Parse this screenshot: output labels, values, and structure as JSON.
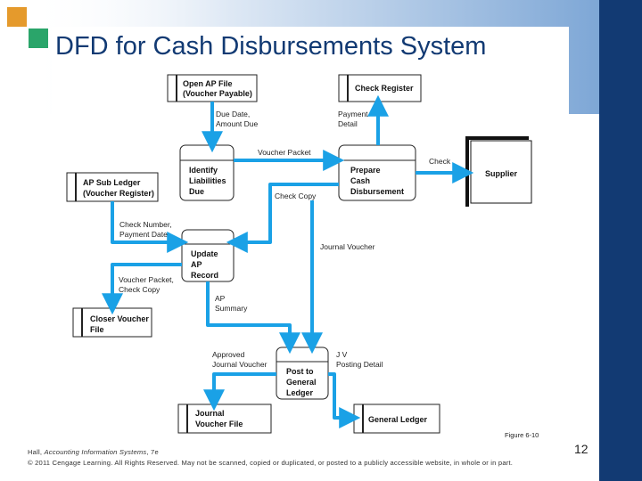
{
  "title": "DFD for Cash Disbursements System",
  "colors": {
    "flow": "#1aa1e6",
    "title": "#123a73",
    "right_bar": "#123a73",
    "header_gradient": "#7ea7d6",
    "sq_orange": "#e59a2c",
    "sq_green": "#2aa56a"
  },
  "data_stores": {
    "open_ap": [
      "Open AP File",
      "(Voucher Payable)"
    ],
    "check_register": "Check Register",
    "ap_sub_ledger": [
      "AP Sub Ledger",
      "(Voucher Register)"
    ],
    "closer_voucher": [
      "Closer Voucher",
      "File"
    ],
    "journal_voucher": [
      "Journal",
      "Voucher File"
    ],
    "general_ledger": "General Ledger"
  },
  "processes": {
    "identify": [
      "Identify",
      "Liabilities",
      "Due"
    ],
    "prepare": [
      "Prepare",
      "Cash",
      "Disbursement"
    ],
    "update_ap": [
      "Update",
      "AP",
      "Record"
    ],
    "post_gl": [
      "Post to",
      "General",
      "Ledger"
    ]
  },
  "external_entity": "Supplier",
  "flows": {
    "due_date": [
      "Due Date,",
      "Amount Due"
    ],
    "payment_detail": [
      "Payment",
      "Detail"
    ],
    "voucher_packet": "Voucher Packet",
    "check": "Check",
    "check_copy": "Check Copy",
    "check_number": [
      "Check Number,",
      "Payment Date"
    ],
    "journal_voucher": "Journal Voucher",
    "voucher_packet_check_copy": [
      "Voucher Packet,",
      "Check Copy"
    ],
    "ap_summary": [
      "AP",
      "Summary"
    ],
    "approved_jv": [
      "Approved",
      "Journal Voucher"
    ],
    "jv_posting": [
      "J V",
      "Posting Detail"
    ]
  },
  "figure_caption": "Figure 6-10",
  "footer": {
    "line1_prefix": "Hall, ",
    "line1_italic": "Accounting Information Systems",
    "line1_suffix": ", 7e",
    "line2": "© 2011 Cengage Learning. All Rights Reserved. May not be scanned, copied or duplicated, or posted to a publicly accessible website, in whole or in part."
  },
  "page_number": "12"
}
